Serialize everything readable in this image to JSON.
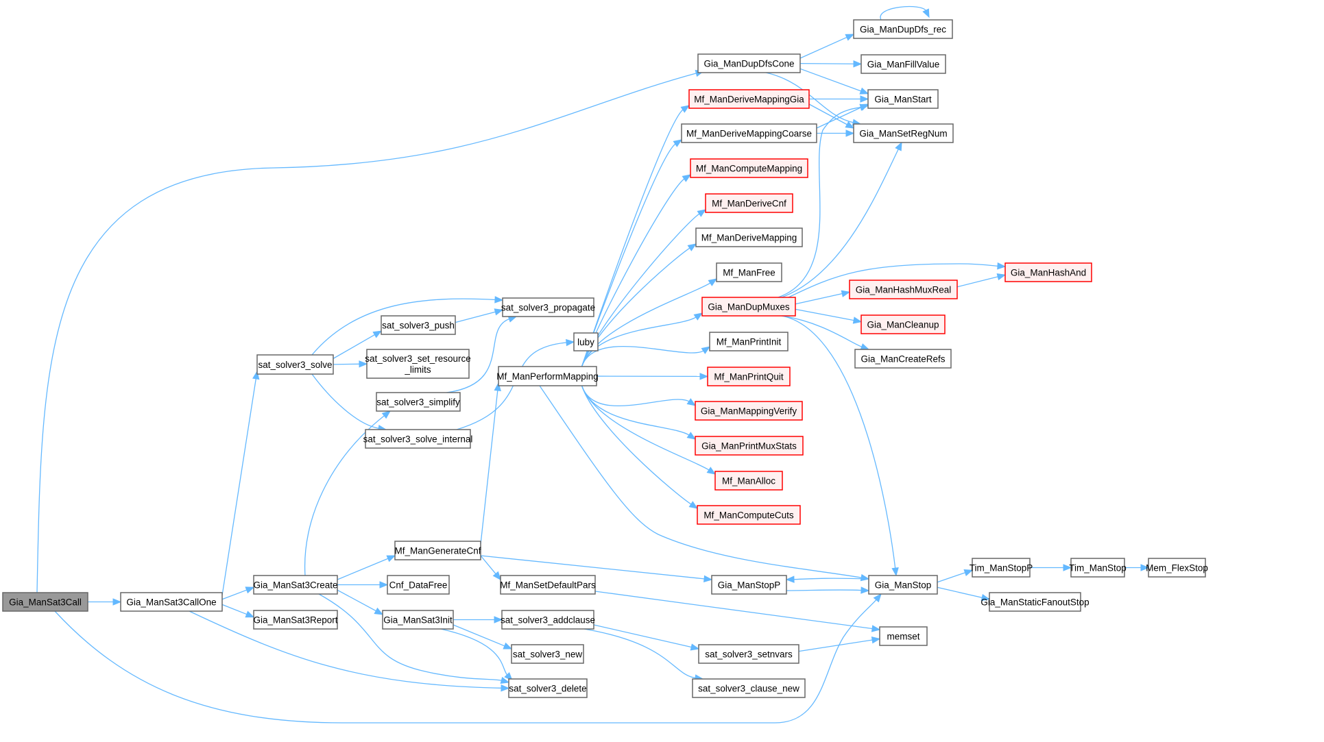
{
  "diagram": {
    "type": "call-graph",
    "root": "Gia_ManSat3Call",
    "colors": {
      "edge": "#63b8ff",
      "node_border": "#666666",
      "root_fill": "#999999",
      "red_border": "#ff0000",
      "red_fill": "#fff0f0"
    },
    "nodes": [
      {
        "id": "Gia_ManSat3Call",
        "label": "Gia_ManSat3Call",
        "style": "root"
      },
      {
        "id": "Gia_ManSat3CallOne",
        "label": "Gia_ManSat3CallOne",
        "style": "normal"
      },
      {
        "id": "Gia_ManDupDfsCone",
        "label": "Gia_ManDupDfsCone",
        "style": "normal"
      },
      {
        "id": "Gia_ManStop",
        "label": "Gia_ManStop",
        "style": "normal"
      },
      {
        "id": "Gia_ManSat3Create",
        "label": "Gia_ManSat3Create",
        "style": "normal"
      },
      {
        "id": "Gia_ManSat3Report",
        "label": "Gia_ManSat3Report",
        "style": "normal"
      },
      {
        "id": "sat_solver3_delete",
        "label": "sat_solver3_delete",
        "style": "normal"
      },
      {
        "id": "sat_solver3_solve",
        "label": "sat_solver3_solve",
        "style": "normal"
      },
      {
        "id": "Cnf_DataFree",
        "label": "Cnf_DataFree",
        "style": "normal"
      },
      {
        "id": "Gia_ManSat3Init",
        "label": "Gia_ManSat3Init",
        "style": "normal"
      },
      {
        "id": "Mf_ManGenerateCnf",
        "label": "Mf_ManGenerateCnf",
        "style": "normal"
      },
      {
        "id": "sat_solver3_simplify",
        "label": "sat_solver3_simplify",
        "style": "normal"
      },
      {
        "id": "sat_solver3_addclause",
        "label": "sat_solver3_addclause",
        "style": "normal"
      },
      {
        "id": "sat_solver3_new",
        "label": "sat_solver3_new",
        "style": "normal"
      },
      {
        "id": "sat_solver3_clause_new",
        "label": "sat_solver3_clause_new",
        "style": "normal"
      },
      {
        "id": "sat_solver3_setnvars",
        "label": "sat_solver3_setnvars",
        "style": "normal"
      },
      {
        "id": "memset",
        "label": "memset",
        "style": "normal"
      },
      {
        "id": "sat_solver3_propagate",
        "label": "sat_solver3_propagate",
        "style": "normal"
      },
      {
        "id": "Gia_ManStopP",
        "label": "Gia_ManStopP",
        "style": "normal"
      },
      {
        "id": "Mf_ManPerformMapping",
        "label": "Mf_ManPerformMapping",
        "style": "normal"
      },
      {
        "id": "Mf_ManSetDefaultPars",
        "label": "Mf_ManSetDefaultPars",
        "style": "normal"
      },
      {
        "id": "Gia_ManDupMuxes",
        "label": "Gia_ManDupMuxes",
        "style": "red"
      },
      {
        "id": "Gia_ManMappingVerify",
        "label": "Gia_ManMappingVerify",
        "style": "red"
      },
      {
        "id": "Gia_ManPrintMuxStats",
        "label": "Gia_ManPrintMuxStats",
        "style": "red"
      },
      {
        "id": "Mf_ManAlloc",
        "label": "Mf_ManAlloc",
        "style": "red"
      },
      {
        "id": "Mf_ManComputeCuts",
        "label": "Mf_ManComputeCuts",
        "style": "red"
      },
      {
        "id": "Mf_ManComputeMapping",
        "label": "Mf_ManComputeMapping",
        "style": "red"
      },
      {
        "id": "Mf_ManDeriveCnf",
        "label": "Mf_ManDeriveCnf",
        "style": "red"
      },
      {
        "id": "Mf_ManDeriveMapping",
        "label": "Mf_ManDeriveMapping",
        "style": "normal"
      },
      {
        "id": "Mf_ManDeriveMappingCoarse",
        "label": "Mf_ManDeriveMappingCoarse",
        "style": "normal"
      },
      {
        "id": "Mf_ManDeriveMappingGia",
        "label": "Mf_ManDeriveMappingGia",
        "style": "red"
      },
      {
        "id": "Mf_ManFree",
        "label": "Mf_ManFree",
        "style": "normal"
      },
      {
        "id": "Mf_ManPrintInit",
        "label": "Mf_ManPrintInit",
        "style": "normal"
      },
      {
        "id": "Mf_ManPrintQuit",
        "label": "Mf_ManPrintQuit",
        "style": "red"
      },
      {
        "id": "Gia_ManDupDfs_rec",
        "label": "Gia_ManDupDfs_rec",
        "style": "normal"
      },
      {
        "id": "Gia_ManFillValue",
        "label": "Gia_ManFillValue",
        "style": "normal"
      },
      {
        "id": "Gia_ManStart",
        "label": "Gia_ManStart",
        "style": "normal"
      },
      {
        "id": "Gia_ManSetRegNum",
        "label": "Gia_ManSetRegNum",
        "style": "normal"
      },
      {
        "id": "Gia_ManHashAnd",
        "label": "Gia_ManHashAnd",
        "style": "red"
      },
      {
        "id": "Gia_ManHashMuxReal",
        "label": "Gia_ManHashMuxReal",
        "style": "red"
      },
      {
        "id": "Gia_ManCleanup",
        "label": "Gia_ManCleanup",
        "style": "red"
      },
      {
        "id": "Gia_ManCreateRefs",
        "label": "Gia_ManCreateRefs",
        "style": "normal"
      },
      {
        "id": "Gia_ManStaticFanoutStop",
        "label": "Gia_ManStaticFanoutStop",
        "style": "normal"
      },
      {
        "id": "Tim_ManStopP",
        "label": "Tim_ManStopP",
        "style": "normal"
      },
      {
        "id": "Tim_ManStop",
        "label": "Tim_ManStop",
        "style": "normal"
      },
      {
        "id": "Mem_FlexStop",
        "label": "Mem_FlexStop",
        "style": "normal"
      },
      {
        "id": "sat_solver3_push",
        "label": "sat_solver3_push",
        "style": "normal"
      },
      {
        "id": "sat_solver3_set_resource_limits",
        "label": "sat_solver3_set_resource\n_limits",
        "style": "normal"
      },
      {
        "id": "sat_solver3_solve_internal",
        "label": "sat_solver3_solve_internal",
        "style": "normal"
      },
      {
        "id": "luby",
        "label": "luby",
        "style": "normal"
      }
    ],
    "edges": [
      [
        "Gia_ManSat3Call",
        "Gia_ManSat3CallOne"
      ],
      [
        "Gia_ManSat3Call",
        "Gia_ManDupDfsCone"
      ],
      [
        "Gia_ManSat3Call",
        "Gia_ManStop"
      ],
      [
        "Gia_ManSat3CallOne",
        "Gia_ManSat3Create"
      ],
      [
        "Gia_ManSat3CallOne",
        "Gia_ManSat3Report"
      ],
      [
        "Gia_ManSat3CallOne",
        "sat_solver3_delete"
      ],
      [
        "Gia_ManSat3CallOne",
        "sat_solver3_solve"
      ],
      [
        "Gia_ManSat3Create",
        "Cnf_DataFree"
      ],
      [
        "Gia_ManSat3Create",
        "Gia_ManSat3Init"
      ],
      [
        "Gia_ManSat3Create",
        "Mf_ManGenerateCnf"
      ],
      [
        "Gia_ManSat3Create",
        "sat_solver3_delete"
      ],
      [
        "Gia_ManSat3Create",
        "sat_solver3_simplify"
      ],
      [
        "Gia_ManSat3Init",
        "sat_solver3_addclause"
      ],
      [
        "Gia_ManSat3Init",
        "sat_solver3_delete"
      ],
      [
        "Gia_ManSat3Init",
        "sat_solver3_new"
      ],
      [
        "sat_solver3_addclause",
        "sat_solver3_clause_new"
      ],
      [
        "sat_solver3_addclause",
        "sat_solver3_setnvars"
      ],
      [
        "sat_solver3_setnvars",
        "memset"
      ],
      [
        "sat_solver3_simplify",
        "sat_solver3_propagate"
      ],
      [
        "Mf_ManGenerateCnf",
        "Gia_ManStopP"
      ],
      [
        "Mf_ManGenerateCnf",
        "Mf_ManPerformMapping"
      ],
      [
        "Mf_ManGenerateCnf",
        "Mf_ManSetDefaultPars"
      ],
      [
        "Gia_ManStopP",
        "Gia_ManStop"
      ],
      [
        "Gia_ManStop",
        "Gia_ManStopP"
      ],
      [
        "Gia_ManStop",
        "Gia_ManStaticFanoutStop"
      ],
      [
        "Gia_ManStop",
        "Tim_ManStopP"
      ],
      [
        "Tim_ManStopP",
        "Tim_ManStop"
      ],
      [
        "Tim_ManStop",
        "Mem_FlexStop"
      ],
      [
        "Mf_ManPerformMapping",
        "Gia_ManDupMuxes"
      ],
      [
        "Mf_ManPerformMapping",
        "Gia_ManMappingVerify"
      ],
      [
        "Mf_ManPerformMapping",
        "Gia_ManPrintMuxStats"
      ],
      [
        "Mf_ManPerformMapping",
        "Gia_ManStop"
      ],
      [
        "Mf_ManPerformMapping",
        "Mf_ManAlloc"
      ],
      [
        "Mf_ManPerformMapping",
        "Mf_ManComputeCuts"
      ],
      [
        "Mf_ManPerformMapping",
        "Mf_ManComputeMapping"
      ],
      [
        "Mf_ManPerformMapping",
        "Mf_ManDeriveCnf"
      ],
      [
        "Mf_ManPerformMapping",
        "Mf_ManDeriveMapping"
      ],
      [
        "Mf_ManPerformMapping",
        "Mf_ManDeriveMappingCoarse"
      ],
      [
        "Mf_ManPerformMapping",
        "Mf_ManDeriveMappingGia"
      ],
      [
        "Mf_ManPerformMapping",
        "Mf_ManFree"
      ],
      [
        "Mf_ManPerformMapping",
        "Mf_ManPrintInit"
      ],
      [
        "Mf_ManPerformMapping",
        "Mf_ManPrintQuit"
      ],
      [
        "Gia_ManDupMuxes",
        "Gia_ManCleanup"
      ],
      [
        "Gia_ManDupMuxes",
        "Gia_ManCreateRefs"
      ],
      [
        "Gia_ManDupMuxes",
        "Gia_ManHashAnd"
      ],
      [
        "Gia_ManDupMuxes",
        "Gia_ManHashMuxReal"
      ],
      [
        "Gia_ManDupMuxes",
        "Gia_ManSetRegNum"
      ],
      [
        "Gia_ManDupMuxes",
        "Gia_ManStart"
      ],
      [
        "Gia_ManDupMuxes",
        "Gia_ManStop"
      ],
      [
        "Gia_ManHashMuxReal",
        "Gia_ManHashAnd"
      ],
      [
        "Mf_ManDeriveMappingCoarse",
        "Gia_ManSetRegNum"
      ],
      [
        "Mf_ManDeriveMappingCoarse",
        "Gia_ManStart"
      ],
      [
        "Mf_ManDeriveMappingGia",
        "Gia_ManSetRegNum"
      ],
      [
        "Mf_ManDeriveMappingGia",
        "Gia_ManStart"
      ],
      [
        "Mf_ManSetDefaultPars",
        "memset"
      ],
      [
        "Gia_ManDupDfsCone",
        "Gia_ManDupDfs_rec"
      ],
      [
        "Gia_ManDupDfsCone",
        "Gia_ManFillValue"
      ],
      [
        "Gia_ManDupDfsCone",
        "Gia_ManSetRegNum"
      ],
      [
        "Gia_ManDupDfsCone",
        "Gia_ManStart"
      ],
      [
        "Gia_ManDupDfs_rec",
        "Gia_ManDupDfs_rec"
      ],
      [
        "sat_solver3_solve",
        "sat_solver3_propagate"
      ],
      [
        "sat_solver3_solve",
        "sat_solver3_push"
      ],
      [
        "sat_solver3_solve",
        "sat_solver3_set_resource_limits"
      ],
      [
        "sat_solver3_solve",
        "sat_solver3_solve_internal"
      ],
      [
        "sat_solver3_push",
        "sat_solver3_propagate"
      ],
      [
        "sat_solver3_solve_internal",
        "luby"
      ]
    ]
  }
}
